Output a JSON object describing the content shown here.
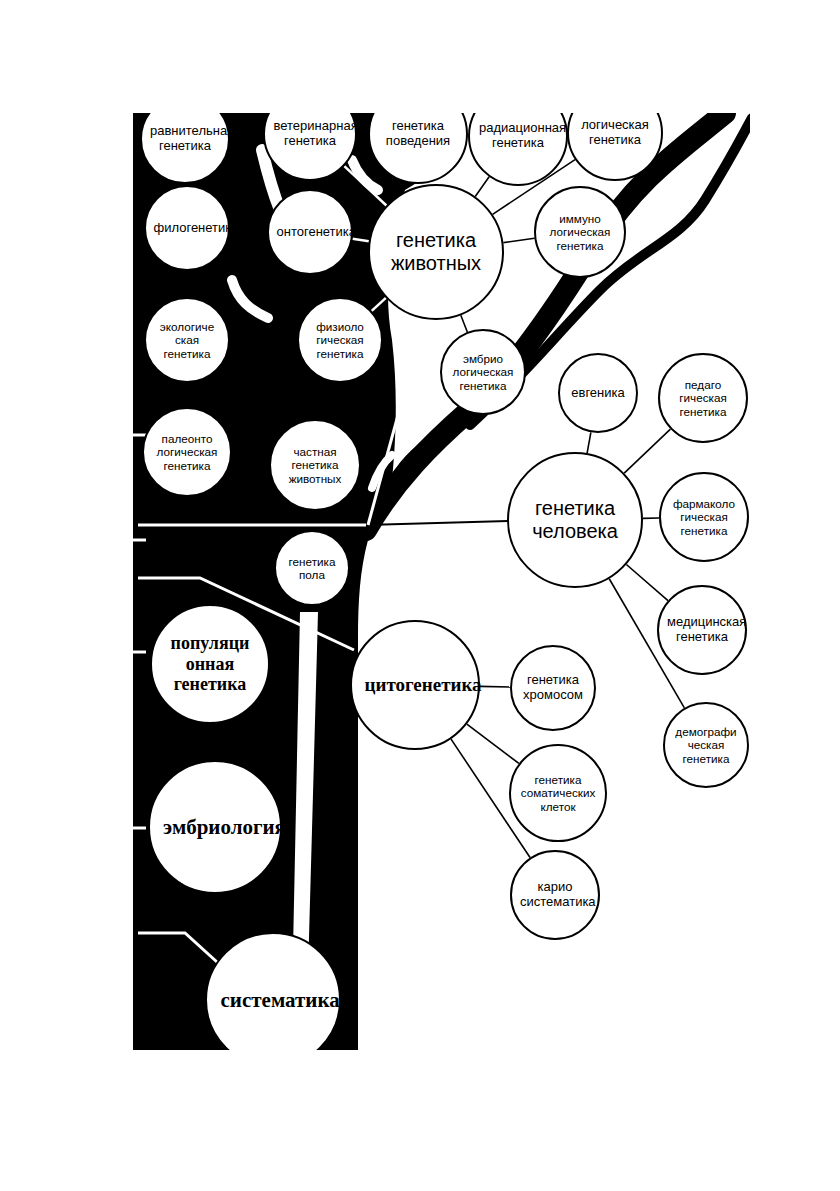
{
  "diagram": {
    "nodes": [
      {
        "text": [
          "равнительная генетика"
        ]
      },
      {
        "text": [
          "ветеринарная генетика"
        ]
      },
      {
        "text": [
          "генетика поведения"
        ]
      },
      {
        "text": [
          "радиационная генетика"
        ]
      },
      {
        "text": [
          "логическая генетика"
        ]
      },
      {
        "text": [
          "филогенетика"
        ]
      },
      {
        "text": [
          "онтогенетика"
        ]
      },
      {
        "text": [
          "генетика животных"
        ]
      },
      {
        "text": [
          "иммуно логическая генетика"
        ]
      },
      {
        "text": [
          "экологиче ская генетика"
        ]
      },
      {
        "text": [
          "физиоло гическая генетика"
        ]
      },
      {
        "text": [
          "эмбрио логическая генетика"
        ]
      },
      {
        "text": [
          "евгеника"
        ]
      },
      {
        "text": [
          "педаго гическая генетика"
        ]
      },
      {
        "text": [
          "палеонто логическая генетика"
        ]
      },
      {
        "text": [
          "частная генетика животных"
        ]
      },
      {
        "text": [
          "генетика человека"
        ]
      },
      {
        "text": [
          "фармаколо гическая генетика"
        ]
      },
      {
        "text": [
          "генетика пола"
        ]
      },
      {
        "text": [
          "медицинская генетика"
        ]
      },
      {
        "text": [
          "популяци онная генетика"
        ]
      },
      {
        "text": [
          "цитогенетика"
        ]
      },
      {
        "text": [
          "генетика хромосом"
        ]
      },
      {
        "text": [
          "демографи ческая генетика"
        ]
      },
      {
        "text": [
          "генетика соматических клеток"
        ]
      },
      {
        "text": [
          "эмбриология"
        ]
      },
      {
        "text": [
          "карио систематика"
        ]
      },
      {
        "text": [
          "систематика"
        ]
      }
    ],
    "edges": [
      {
        "from": 7,
        "to": 1,
        "arrow": "none"
      },
      {
        "from": 7,
        "to": 2,
        "arrow": "none"
      },
      {
        "from": 7,
        "to": 3,
        "arrow": "none"
      },
      {
        "from": 7,
        "to": 4,
        "arrow": "none"
      },
      {
        "from": 7,
        "to": 6,
        "arrow": "none"
      },
      {
        "from": 7,
        "to": 8,
        "arrow": "none"
      },
      {
        "from": 7,
        "to": 10,
        "arrow": "none"
      },
      {
        "from": 7,
        "to": 11,
        "arrow": "none"
      },
      {
        "from": 16,
        "to": 12,
        "arrow": "none"
      },
      {
        "from": 16,
        "to": 13,
        "arrow": "none"
      },
      {
        "from": 16,
        "to": 17,
        "arrow": "none"
      },
      {
        "from": 16,
        "to": 19,
        "arrow": "none"
      },
      {
        "from": 16,
        "to": 23,
        "arrow": "none"
      },
      {
        "from": 21,
        "to": 22,
        "arrow": "none"
      },
      {
        "from": 21,
        "to": 24,
        "arrow": "none"
      },
      {
        "from": 21,
        "to": 26,
        "arrow": "none"
      }
    ]
  }
}
